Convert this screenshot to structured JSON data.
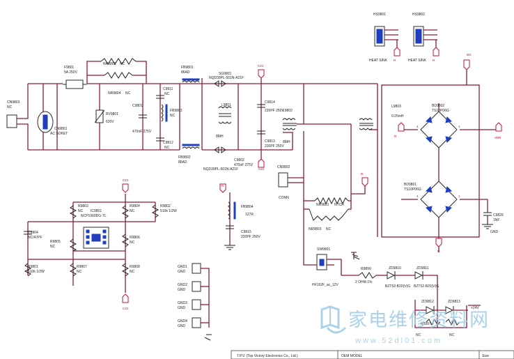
{
  "labels": {
    "cn9803": "CN9803",
    "cn9803_val": "NC",
    "cn9801": "CN9801",
    "cn9801_val": "AC SOKET",
    "f9801": "F9801",
    "f9801_val": "5A 250V",
    "nr9802": "NR9802",
    "nr9802_val": "NC",
    "nr9804": "NR9804",
    "nr9804_val": "NC",
    "rv9801": "RV9801",
    "rv9801_val": "620V",
    "c9801": "C9801",
    "c9801_val": "470nF 275V",
    "c9811": "C9811",
    "c9811_val": "NC",
    "fb9801": "FB9801",
    "fb9801_val": "86AD",
    "fb9802": "FB9802",
    "fb9802_val": "86AD",
    "fb9803": "FB9803",
    "fb9803_val": "NC",
    "c9812": "C9812",
    "c9812_val": "NC",
    "s1": "SG9801",
    "s1_val": "NQD39PL-501N-A21F",
    "s2": "SG9802",
    "s2_val": "NQD39PL-501N-A21F",
    "l9801": "L9801",
    "l9802": "L9802",
    "l_val": "8MH",
    "c9802": "C9802",
    "c9802_val": "470nF 275V",
    "c9814": "C9814",
    "c9814_val": "220PF 250V",
    "c9813": "C9813",
    "c9813_val": "220PF 250V",
    "cz1_a": "CZ1",
    "cz2_a": "CZ2",
    "cz1_b": "CZ1",
    "cz2_b": "CZ2",
    "cn9802": "CN9802",
    "cn9802_val": "CONN",
    "hs9801": "HS9801",
    "hs9802": "HS9802",
    "heat_sink": "HEAT SINK",
    "r_port": "R",
    "bo_port": "BO",
    "n_port": "N",
    "vbr_port": "VBR",
    "l9803": "L9803",
    "l9803_val": "0.25mH",
    "bd9802": "BD9802",
    "bd9801": "BD9801",
    "bd_val": "TS10P06G",
    "nr9801": "NR9801",
    "ntcr": "NTCR",
    "nr9803": "NR9803",
    "nc": "NC",
    "sw9801": "SW9801",
    "sw9801_val": "HF162F_ac_12V",
    "r9899": "R9899",
    "r9899_val": "2 OHM 1%",
    "zd9810": "ZD9810",
    "zd9811": "ZD9811",
    "zd_val": "BZT52-B20(V)G",
    "zd9812": "ZD9812",
    "zd9813": "ZD9813",
    "v24": "+24V",
    "r9897": "R9897",
    "c9826": "C9826",
    "c9826_val": "1NF",
    "gnd": "GND",
    "fb9804": "FB9804",
    "fb9804_val": "127R",
    "c9815": "C9815",
    "c9815_val": "220PF 250V",
    "r9803": "R9803",
    "r9804": "R9804",
    "r9802": "R9802",
    "r9802_val": "510k 1/2W",
    "ic9801": "IC9801",
    "ic9801_val": "NCP1060DG-TL",
    "c9804": "C9804",
    "c9804_val": "NC/47PF",
    "r9805": "R9805",
    "r9806": "R9806",
    "r9801": "R9801",
    "r9801_val": "510k 1/2W",
    "r9807": "R9807",
    "r9808": "R9808",
    "gnd1": "GND1",
    "gnd2": "GND2",
    "gnd3": "GND3",
    "gnd4": "GND4",
    "gnd_small": "GND"
  },
  "titleblock": {
    "company": "T.P.V. (Top Victory Electronics Co., Ltd.)",
    "model": "OEM MODEL",
    "size": "Size"
  },
  "watermark": {
    "cn": "家电维修资料网",
    "url": "www.52dl01.com"
  },
  "colors": {
    "wire": "#8b1a3a",
    "component": "#1f3fbf",
    "port": "#c01040",
    "watermark": "#9ecbe6"
  }
}
